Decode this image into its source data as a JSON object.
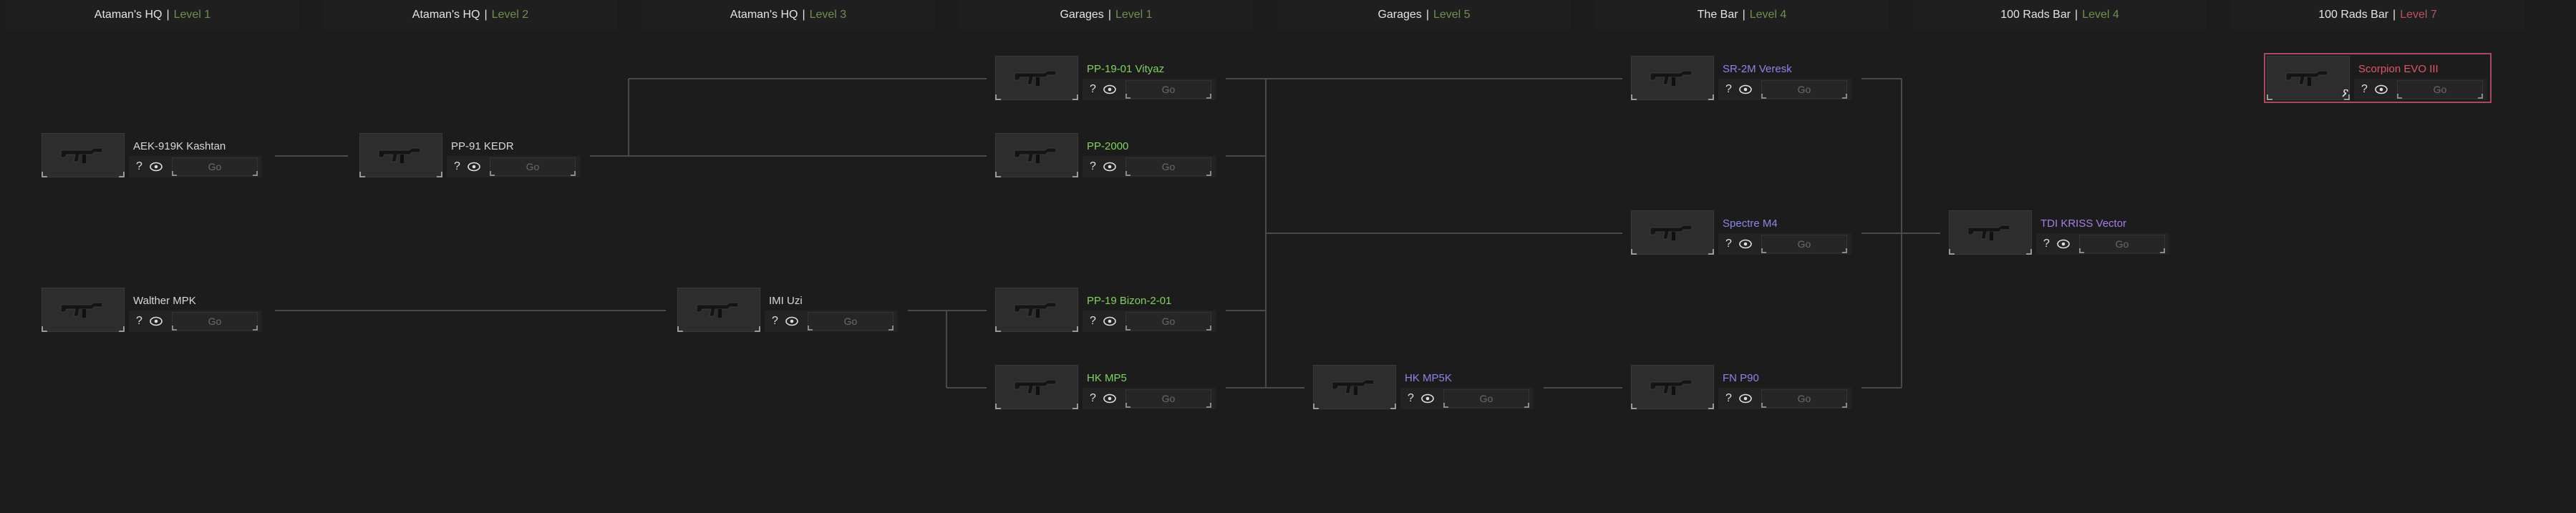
{
  "columns": [
    {
      "trader": "Ataman's HQ",
      "level": "Level 1"
    },
    {
      "trader": "Ataman's HQ",
      "level": "Level 2"
    },
    {
      "trader": "Ataman's HQ",
      "level": "Level 3"
    },
    {
      "trader": "Garages",
      "level": "Level 1"
    },
    {
      "trader": "Garages",
      "level": "Level 5"
    },
    {
      "trader": "The Bar",
      "level": "Level 4"
    },
    {
      "trader": "100 Rads Bar",
      "level": "Level 4"
    },
    {
      "trader": "100 Rads Bar",
      "level": "Level 7",
      "locked": true
    }
  ],
  "separator": "|",
  "colors": {
    "tier_white": "#d8d8d8",
    "tier_green": "#7fd35c",
    "tier_blue": "#8a86e8",
    "tier_purple": "#a77de8",
    "tier_red": "#e0566c",
    "level_ok": "#6f8f4f",
    "level_locked": "#b9535b",
    "line": "#4a4a4a"
  },
  "items": [
    {
      "id": "aek",
      "name": "AEK-919K Kashtan",
      "tier": "tier_white",
      "go": "Go"
    },
    {
      "id": "mpk",
      "name": "Walther MPK",
      "tier": "tier_white",
      "go": "Go"
    },
    {
      "id": "kedr",
      "name": "PP-91 KEDR",
      "tier": "tier_white",
      "go": "Go"
    },
    {
      "id": "uzi",
      "name": "IMI Uzi",
      "tier": "tier_white",
      "go": "Go"
    },
    {
      "id": "vityaz",
      "name": "PP-19-01 Vityaz",
      "tier": "tier_green",
      "go": "Go"
    },
    {
      "id": "pp2000",
      "name": "PP-2000",
      "tier": "tier_green",
      "go": "Go"
    },
    {
      "id": "bizon",
      "name": "PP-19 Bizon-2-01",
      "tier": "tier_green",
      "go": "Go"
    },
    {
      "id": "mp5",
      "name": "HK MP5",
      "tier": "tier_green",
      "go": "Go"
    },
    {
      "id": "mp5k",
      "name": "HK MP5K",
      "tier": "tier_blue",
      "go": "Go"
    },
    {
      "id": "sr2m",
      "name": "SR-2M Veresk",
      "tier": "tier_blue",
      "go": "Go"
    },
    {
      "id": "spectre",
      "name": "Spectre M4",
      "tier": "tier_blue",
      "go": "Go"
    },
    {
      "id": "p90",
      "name": "FN P90",
      "tier": "tier_blue",
      "go": "Go"
    },
    {
      "id": "vector",
      "name": "TDI KRISS Vector",
      "tier": "tier_purple",
      "go": "Go"
    },
    {
      "id": "scorpion",
      "name": "Scorpion EVO III",
      "tier": "tier_red",
      "go": "Go",
      "locked": true
    }
  ],
  "icons": {
    "help": "?",
    "view": "eye-icon",
    "thumbnail": "smg-icon",
    "locked": "wrench-icon"
  }
}
